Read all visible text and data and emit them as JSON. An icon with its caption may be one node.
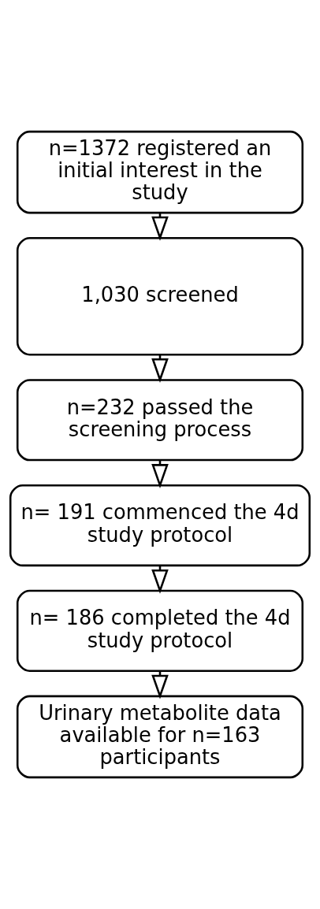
{
  "diagram": {
    "nodes": [
      {
        "text": [
          "n=1372 registered an initial interest in the study"
        ]
      },
      {
        "text": [
          "1,030 screened"
        ]
      },
      {
        "text": [
          "n=232 passed the screening process"
        ]
      },
      {
        "text": [
          "n= 191 commenced the 4d study protocol"
        ]
      },
      {
        "text": [
          "n= 186 completed the 4d study protocol"
        ]
      },
      {
        "text": [
          "Urinary metabolite data available for n=163 participants"
        ]
      }
    ],
    "edges": [
      {
        "from": 0,
        "to": 1,
        "arrow": "to"
      },
      {
        "from": 1,
        "to": 2,
        "arrow": "to"
      },
      {
        "from": 2,
        "to": 3,
        "arrow": "to"
      },
      {
        "from": 3,
        "to": 4,
        "arrow": "to"
      },
      {
        "from": 4,
        "to": 5,
        "arrow": "to"
      }
    ]
  }
}
